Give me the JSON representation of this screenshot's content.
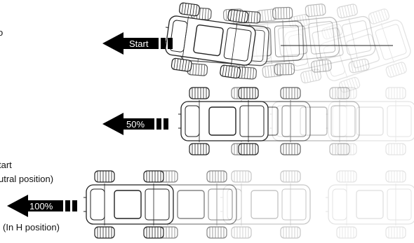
{
  "rows": [
    {
      "id": "start",
      "arrow_label": "Start"
    },
    {
      "id": "fifty",
      "arrow_label": "50%"
    },
    {
      "id": "hundred",
      "arrow_label": "100%"
    }
  ],
  "side_labels": {
    "left_top_fragment": "o",
    "start_fragment": "tart",
    "neutral_position": "utral position)",
    "h_position": "(In H position)"
  },
  "colors": {
    "arrow": "#000000",
    "vehicle_stroke": "#222222",
    "tire_fill": "#ffffff"
  }
}
